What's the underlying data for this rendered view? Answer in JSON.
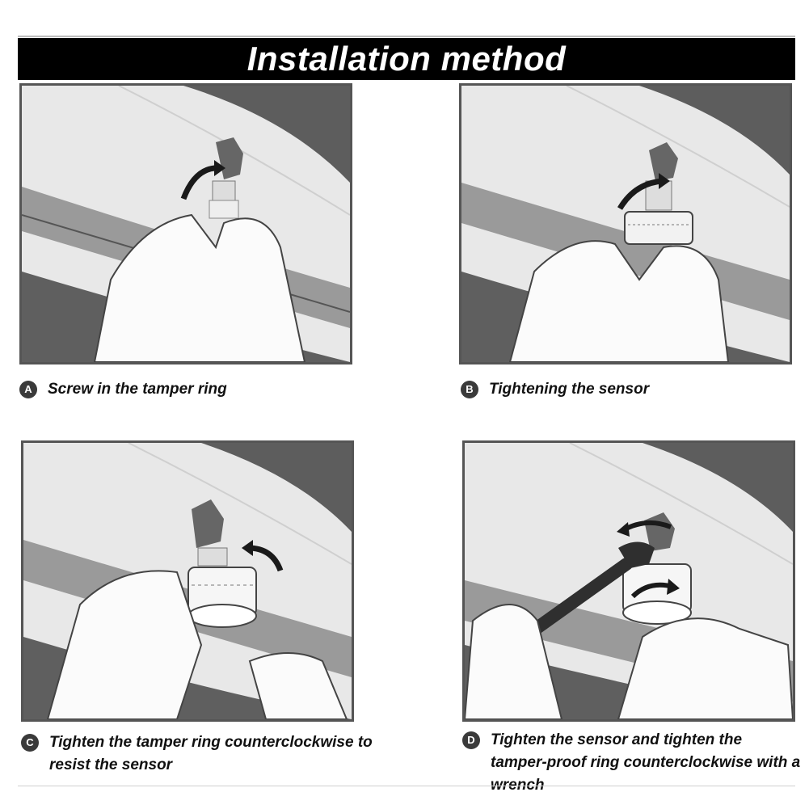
{
  "title": "Installation method",
  "steps": [
    {
      "badge": "A",
      "caption": "Screw in the tamper ring"
    },
    {
      "badge": "B",
      "caption": "Tightening the sensor"
    },
    {
      "badge": "C",
      "caption": "Tighten the tamper ring counterclockwise to resist the sensor"
    },
    {
      "badge": "D",
      "caption": "Tighten the sensor and tighten the tamper-proof ring counterclockwise with a wrench"
    }
  ],
  "colors": {
    "title_bar": "#000000",
    "title_text": "#ffffff",
    "panel_border": "#555555",
    "badge": "#3a3a3a"
  },
  "icons": {
    "rotation_arrow": "curved-arrow-icon",
    "wrench": "wrench-icon",
    "valve_cap": "valve-cap-icon",
    "sensor": "tpms-sensor-icon"
  }
}
